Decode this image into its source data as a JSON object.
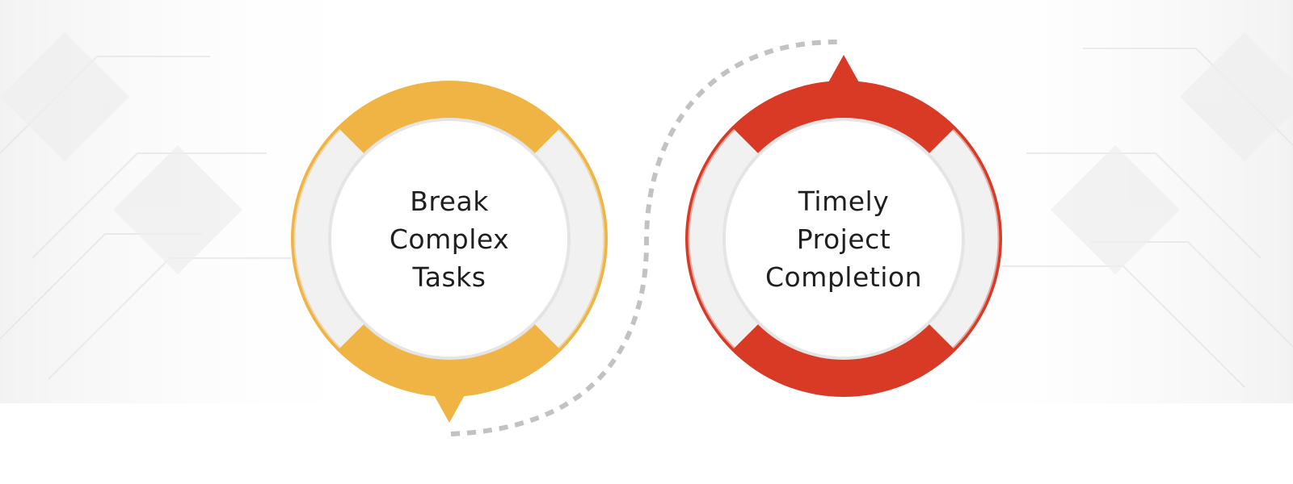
{
  "colors": {
    "background": "#ffffff",
    "pattern": "#ececec",
    "step1_accent": "#efb443",
    "step1_accent_dark": "#e5a53a",
    "step2_accent": "#d93a26",
    "step2_accent_dark": "#cc3220",
    "inner_shadow": "#e4e4e4",
    "connector": "#c2c2c2",
    "text": "#1f1f1f"
  },
  "steps": [
    {
      "id": "step-break-tasks",
      "label_lines": [
        "Break",
        "Complex",
        "Tasks"
      ],
      "pointer_direction": "down",
      "icon": "circular-ring-shape"
    },
    {
      "id": "step-timely-completion",
      "label_lines": [
        "Timely",
        "Project",
        "Completion"
      ],
      "pointer_direction": "up",
      "icon": "circular-ring-shape"
    }
  ],
  "connector": {
    "style": "dashed-curve",
    "icon": "dotted-arrow-path"
  }
}
